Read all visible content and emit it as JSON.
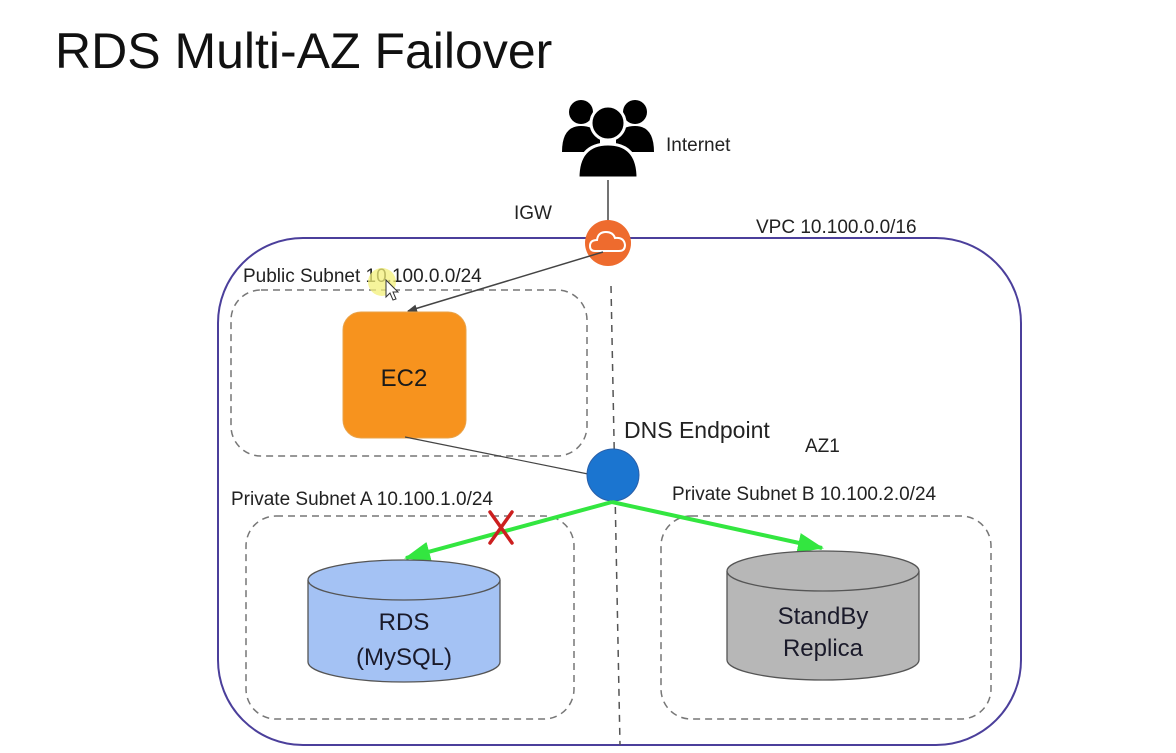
{
  "slide": {
    "title": "RDS Multi-AZ Failover"
  },
  "diagram": {
    "internet": {
      "label": "Internet",
      "icon": "users-group-icon"
    },
    "igw": {
      "label": "IGW",
      "icon": "cloud-icon",
      "color": "#EE6B2E"
    },
    "vpc": {
      "label": "VPC 10.100.0.0/16",
      "border_color": "#4B3F9B"
    },
    "public_subnet": {
      "label": "Public Subnet 10.100.0.0/24"
    },
    "ec2": {
      "label": "EC2",
      "color": "#F7931E"
    },
    "dns_endpoint": {
      "label": "DNS Endpoint",
      "color": "#1B75D0"
    },
    "az_label": "AZ1",
    "private_subnet_a": {
      "label": "Private Subnet A 10.100.1.0/24"
    },
    "private_subnet_b": {
      "label": "Private Subnet B 10.100.2.0/24"
    },
    "rds": {
      "line1": "RDS",
      "line2": "(MySQL)",
      "color": "#A4C2F4"
    },
    "standby": {
      "line1": "StandBy",
      "line2": "Replica",
      "color": "#B7B7B7"
    },
    "failed_marker": {
      "symbol": "X",
      "color": "#CC1F1F"
    },
    "arrow_color": "#33E640"
  }
}
